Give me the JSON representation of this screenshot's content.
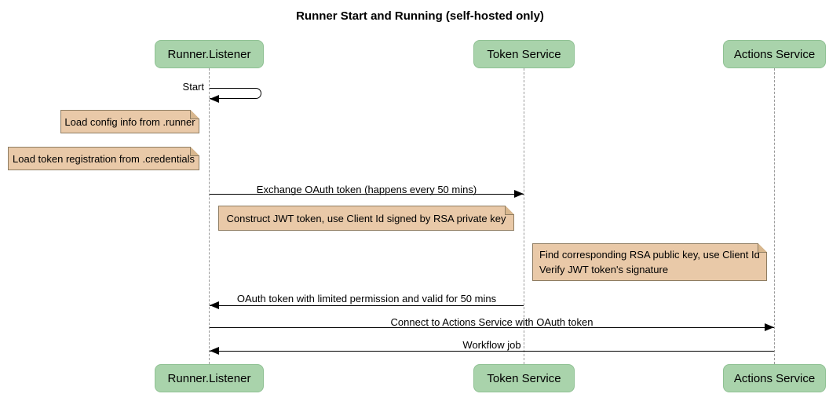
{
  "title": "Runner Start and Running (self-hosted only)",
  "actors": [
    {
      "name": "Runner.Listener"
    },
    {
      "name": "Token Service"
    },
    {
      "name": "Actions Service"
    }
  ],
  "self_message": {
    "label": "Start",
    "actor": "Runner.Listener"
  },
  "messages": [
    {
      "label": "Exchange OAuth token (happens every 50 mins)",
      "from": "Runner.Listener",
      "to": "Token Service"
    },
    {
      "label": "OAuth token with limited permission and valid for 50 mins",
      "from": "Token Service",
      "to": "Runner.Listener"
    },
    {
      "label": "Connect to Actions Service with OAuth token",
      "from": "Runner.Listener",
      "to": "Actions Service"
    },
    {
      "label": "Workflow job",
      "from": "Actions Service",
      "to": "Runner.Listener"
    }
  ],
  "notes": [
    {
      "text": "Load config info from .runner"
    },
    {
      "text": "Load token registration from .credentials"
    },
    {
      "text": "Construct JWT token, use Client Id signed by RSA private key"
    },
    {
      "lines": [
        "Find corresponding RSA public key, use Client Id",
        "Verify JWT token's signature"
      ]
    }
  ],
  "colors": {
    "actor_fill": "#a9d3ab",
    "actor_border": "#8fc193",
    "note_fill": "#e9c9a8",
    "note_border": "#8f7d62",
    "note_fold": "#d8b78e",
    "lifeline": "#999999",
    "message": "#000000",
    "text": "#000000",
    "background": "#ffffff"
  }
}
